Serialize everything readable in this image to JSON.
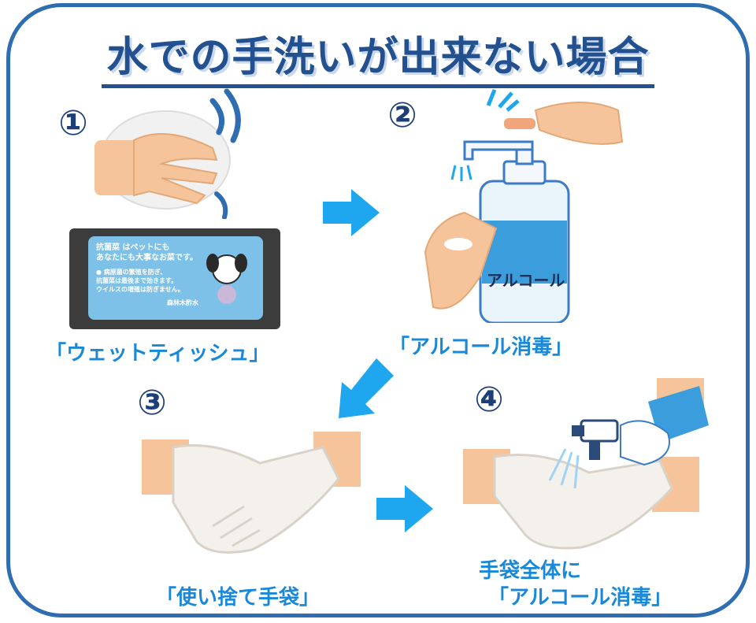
{
  "title": "水での手洗いが出来ない場合",
  "steps": [
    {
      "number": "①",
      "label": "「ウェットティッシュ」"
    },
    {
      "number": "②",
      "label": "「アルコール消毒」"
    },
    {
      "number": "③",
      "label": "「使い捨て手袋」"
    },
    {
      "number": "④",
      "label_line1": "手袋全体に",
      "label_line2": "「アルコール消毒」"
    }
  ],
  "package": {
    "line1": "抗菌菜 はペットにも",
    "line2": "あなたにも大事なお菜です。",
    "line3": "● 病原菌の繁殖を防ぎ、",
    "line4": "抗菌菜は最後まで効きます。",
    "line5": "ウイルスの増殖は防ぎません。",
    "line6": "森林木酢水"
  },
  "bottle": {
    "label": "アルコール"
  },
  "colors": {
    "frame": "#2f6db3",
    "title": "#23508f",
    "label": "#1a88d8",
    "arrow": "#1ea6ee",
    "skin": "#f6c49a",
    "glove": "#f4f1ec"
  }
}
